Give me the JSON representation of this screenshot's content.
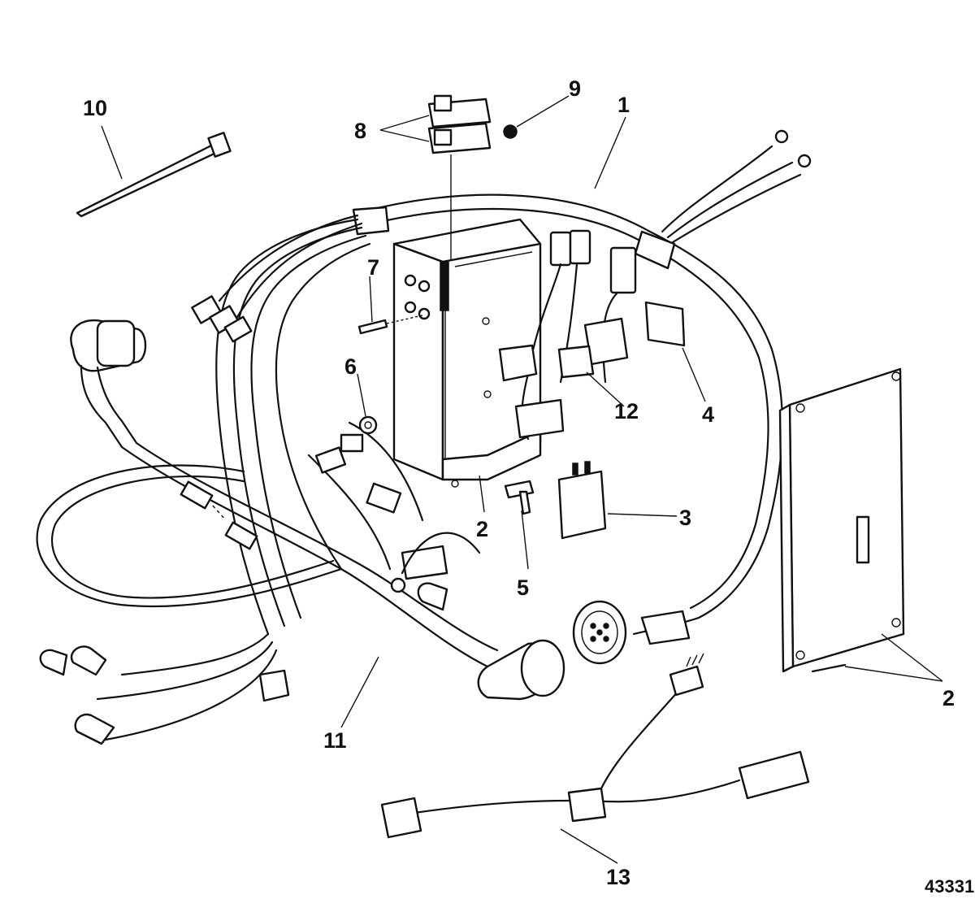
{
  "diagram": {
    "reference_number": "43331",
    "callouts": [
      {
        "id": "c1",
        "label": "1"
      },
      {
        "id": "c2a",
        "label": "2"
      },
      {
        "id": "c2b",
        "label": "2"
      },
      {
        "id": "c3",
        "label": "3"
      },
      {
        "id": "c4",
        "label": "4"
      },
      {
        "id": "c5",
        "label": "5"
      },
      {
        "id": "c6",
        "label": "6"
      },
      {
        "id": "c7",
        "label": "7"
      },
      {
        "id": "c8",
        "label": "8"
      },
      {
        "id": "c9",
        "label": "9"
      },
      {
        "id": "c10",
        "label": "10"
      },
      {
        "id": "c11",
        "label": "11"
      },
      {
        "id": "c12",
        "label": "12"
      },
      {
        "id": "c13",
        "label": "13"
      }
    ]
  }
}
